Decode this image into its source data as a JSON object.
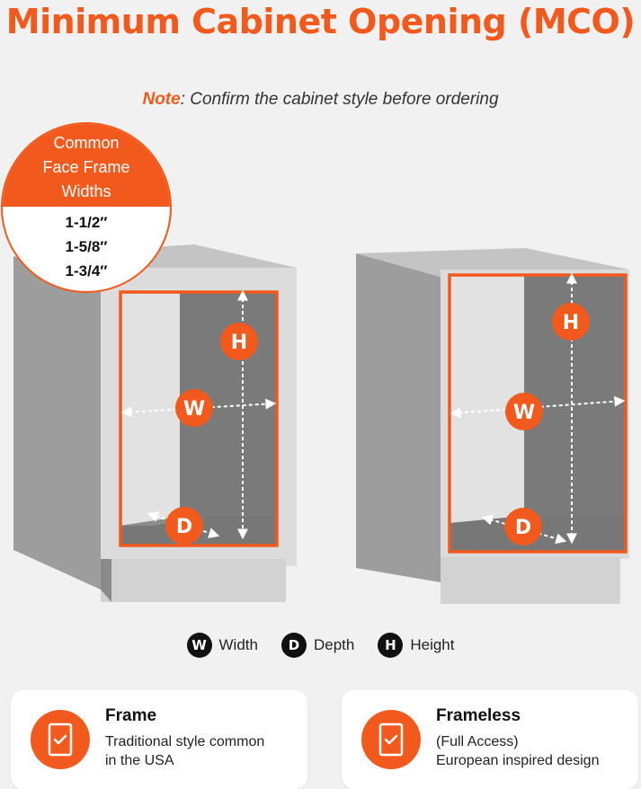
{
  "title": "Minimum Cabinet Opening (MCO)",
  "note": {
    "label": "Note",
    "text": ": Confirm the cabinet style before ordering"
  },
  "face_frame": {
    "heading": [
      "Common",
      "Face Frame",
      "Widths"
    ],
    "values": [
      "1-1/2″",
      "1-5/8″",
      "1-3/4″"
    ]
  },
  "badges": {
    "width": "W",
    "depth": "D",
    "height": "H"
  },
  "legend": [
    {
      "letter": "W",
      "label": "Width"
    },
    {
      "letter": "D",
      "label": "Depth"
    },
    {
      "letter": "H",
      "label": "Height"
    }
  ],
  "cards": [
    {
      "title": "Frame",
      "lines": [
        "Traditional style common",
        "in the USA"
      ]
    },
    {
      "title": "Frameless",
      "lines": [
        "(Full Access)",
        "European inspired design"
      ]
    }
  ],
  "colors": {
    "accent": "#f25a1d",
    "cabinet_side": "#9a9a9a",
    "cabinet_face": "#d9d9d9",
    "interior": "#7c7c7c"
  },
  "icons": [
    "document-check-icon"
  ]
}
